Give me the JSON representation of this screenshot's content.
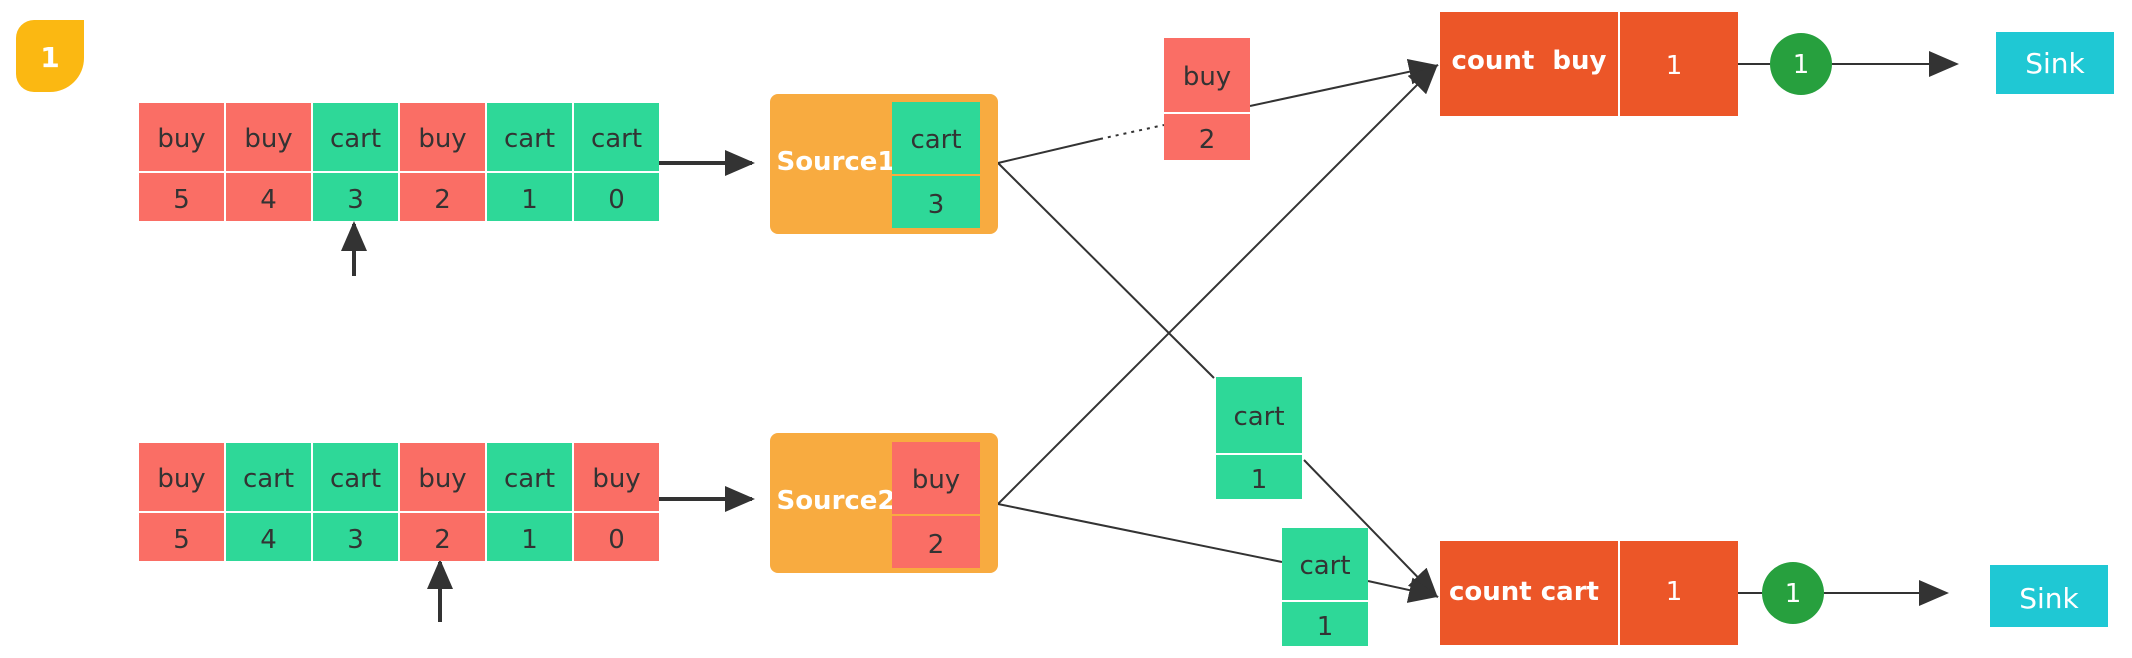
{
  "badge": {
    "label": "1"
  },
  "colors": {
    "buy": "#fa6e65",
    "cart": "#2ed898",
    "source": "#f8ab40",
    "count": "#ec5628",
    "sink": "#1fc8d4",
    "token": "#27a03e",
    "badge": "#fbb812",
    "line": "#333333"
  },
  "streams": [
    {
      "cells": [
        {
          "label": "buy",
          "offset": "5",
          "kind": "buy"
        },
        {
          "label": "buy",
          "offset": "4",
          "kind": "buy"
        },
        {
          "label": "cart",
          "offset": "3",
          "kind": "cart"
        },
        {
          "label": "buy",
          "offset": "2",
          "kind": "buy"
        },
        {
          "label": "cart",
          "offset": "1",
          "kind": "cart"
        },
        {
          "label": "cart",
          "offset": "0",
          "kind": "cart"
        }
      ],
      "pointer_index": 2
    },
    {
      "cells": [
        {
          "label": "buy",
          "offset": "5",
          "kind": "buy"
        },
        {
          "label": "cart",
          "offset": "4",
          "kind": "cart"
        },
        {
          "label": "cart",
          "offset": "3",
          "kind": "cart"
        },
        {
          "label": "buy",
          "offset": "2",
          "kind": "buy"
        },
        {
          "label": "cart",
          "offset": "1",
          "kind": "cart"
        },
        {
          "label": "buy",
          "offset": "0",
          "kind": "buy"
        }
      ],
      "pointer_index": 3
    }
  ],
  "sources": [
    {
      "name": "Source1",
      "record": {
        "label": "cart",
        "offset": "3",
        "kind": "cart"
      }
    },
    {
      "name": "Source2",
      "record": {
        "label": "buy",
        "offset": "2",
        "kind": "buy"
      }
    }
  ],
  "in_flight": [
    {
      "label": "buy",
      "offset": "2",
      "kind": "buy"
    },
    {
      "label": "cart",
      "offset": "1",
      "kind": "cart"
    },
    {
      "label": "cart",
      "offset": "1",
      "kind": "cart"
    }
  ],
  "operators": [
    {
      "name": "count  buy",
      "value": "1",
      "token": "1",
      "sink": "Sink"
    },
    {
      "name": "count cart",
      "value": "1",
      "token": "1",
      "sink": "Sink"
    }
  ]
}
